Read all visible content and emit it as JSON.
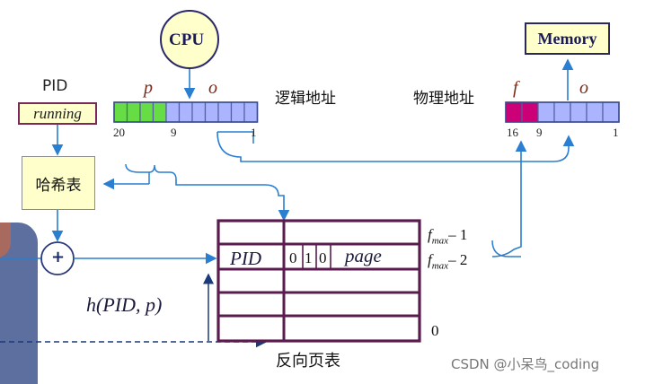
{
  "cpu": {
    "label": "CPU"
  },
  "memory": {
    "label": "Memory"
  },
  "pid_box": {
    "title": "PID",
    "value": "running"
  },
  "hash_box": {
    "label": "哈希表"
  },
  "adder": {
    "symbol": "+"
  },
  "logical_address": {
    "title": "逻辑地址",
    "p_label": "p",
    "o_label": "o",
    "bit_high": "20",
    "bit_mid": "9",
    "bit_low": "1",
    "p_color": "#66dd44",
    "o_color": "#aab4ff",
    "p_cells": 4,
    "o_cells": 7
  },
  "physical_address": {
    "title": "物理地址",
    "f_label": "f",
    "o_label": "o",
    "bit_high": "16",
    "bit_mid": "9",
    "bit_low": "1",
    "f_color": "#cc0077",
    "o_color": "#aab4ff",
    "f_cells": 2,
    "o_cells": 5
  },
  "inverted_table": {
    "title": "反向页表",
    "entry_pid": "PID",
    "entry_bits": [
      "0",
      "1",
      "0"
    ],
    "entry_page": "page",
    "row_top_label": "f",
    "row_top_sub": "max",
    "row_top_suffix": "– 1",
    "row_second_label": "f",
    "row_second_sub": "max",
    "row_second_suffix": "– 2",
    "row_bottom_label": "0",
    "border_color": "#5a1c4e"
  },
  "hash_function": {
    "text": "h(PID, p)"
  },
  "watermark": "CSDN @小呆鸟_coding",
  "colors": {
    "arrow": "#2a7fd0",
    "dashed": "#1a3a7a"
  }
}
